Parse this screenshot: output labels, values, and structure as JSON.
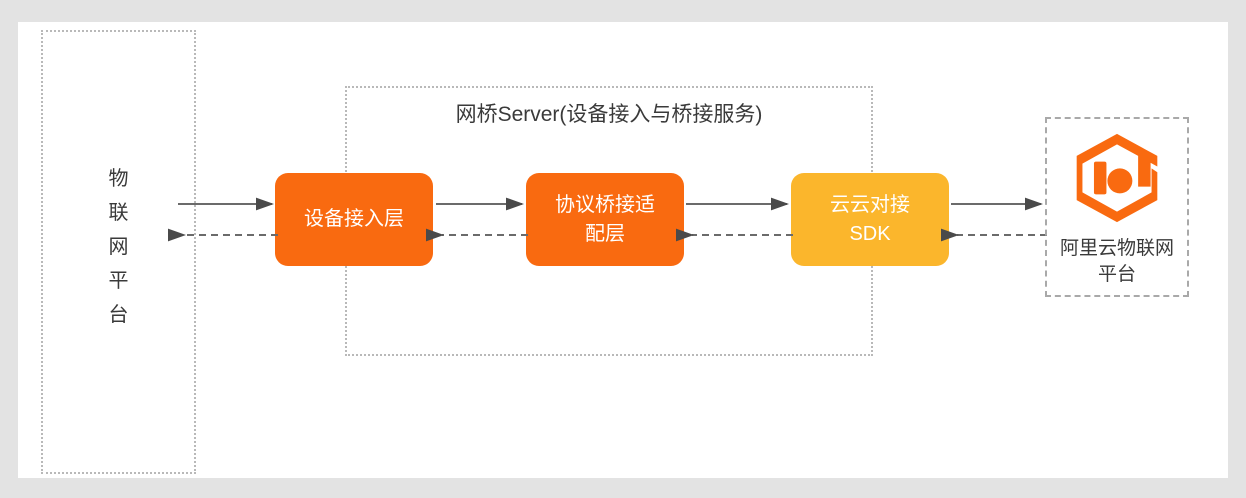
{
  "diagram": {
    "type": "architecture-flow",
    "background_color": "#e3e3e3",
    "canvas_color": "#ffffff",
    "left_group": {
      "label_lines": [
        "物",
        "联",
        "网",
        "平",
        "台"
      ],
      "label_full": "物联网平台",
      "border_style": "dotted"
    },
    "bridge_group": {
      "title": "网桥Server(设备接入与桥接服务)",
      "border_style": "dotted"
    },
    "nodes": [
      {
        "id": "device-access",
        "lines": [
          "设备接入层"
        ],
        "color": "#f96a10",
        "text_color": "#ffffff"
      },
      {
        "id": "protocol-bridge",
        "lines": [
          "协议桥接适",
          "配层"
        ],
        "color": "#f96a10",
        "text_color": "#ffffff"
      },
      {
        "id": "cloud-sdk",
        "lines": [
          "云云对接",
          "SDK"
        ],
        "color": "#fbb62c",
        "text_color": "#ffffff"
      }
    ],
    "right_group": {
      "logo_name": "alibaba-cloud-iot-logo",
      "logo_color": "#f96a10",
      "label_lines": [
        "阿里云物联网",
        "平台"
      ],
      "label_full": "阿里云物联网平台",
      "border_style": "dashed"
    },
    "connectors": [
      {
        "id": "platform-to-device-access",
        "forward": {
          "style": "solid",
          "direction": "right"
        },
        "backward": {
          "style": "dashed",
          "direction": "left"
        },
        "color": "#6b6b6b"
      },
      {
        "id": "device-access-to-protocol-bridge",
        "forward": {
          "style": "solid",
          "direction": "right"
        },
        "backward": {
          "style": "dashed",
          "direction": "left"
        },
        "color": "#6b6b6b"
      },
      {
        "id": "protocol-bridge-to-cloud-sdk",
        "forward": {
          "style": "solid",
          "direction": "right"
        },
        "backward": {
          "style": "dashed",
          "direction": "left"
        },
        "color": "#6b6b6b"
      },
      {
        "id": "cloud-sdk-to-alicloud",
        "forward": {
          "style": "solid",
          "direction": "right"
        },
        "backward": {
          "style": "dashed",
          "direction": "left"
        },
        "color": "#6b6b6b"
      }
    ]
  }
}
